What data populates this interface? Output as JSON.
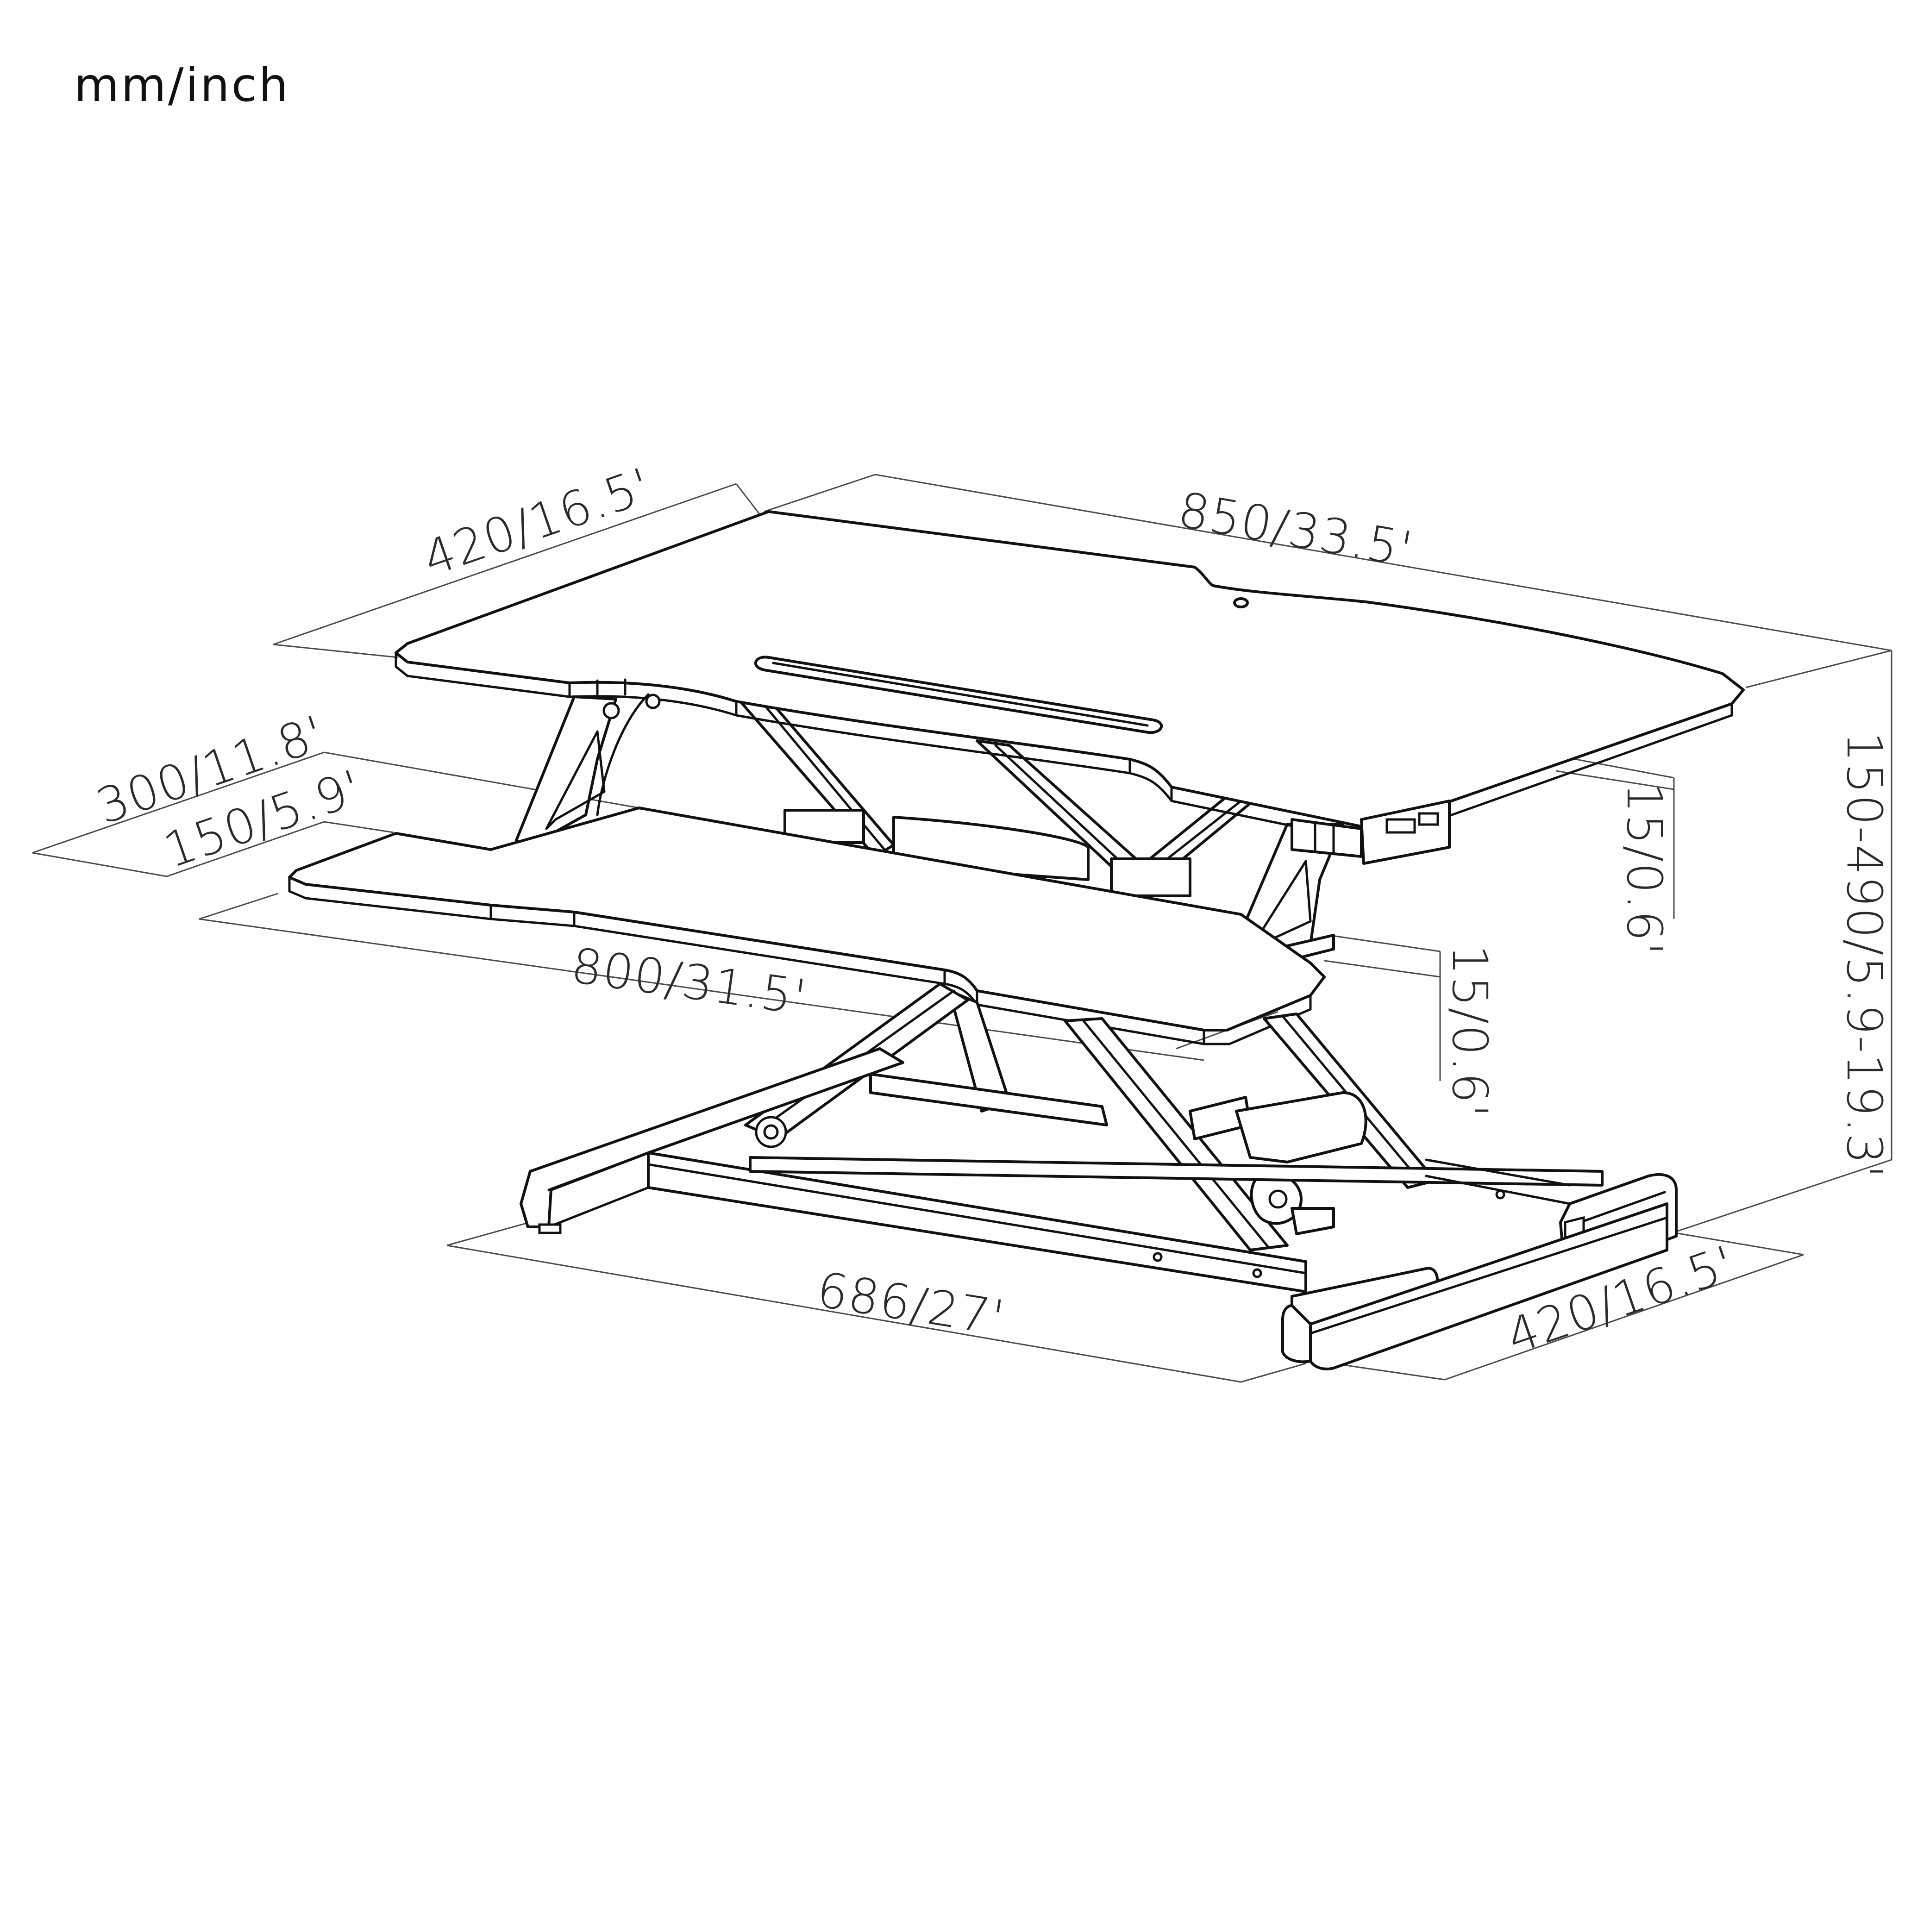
{
  "units_label": "mm/inch",
  "dimensions": {
    "top_depth": "420/16.5'",
    "top_width": "850/33.5'",
    "keyboard_tray_offset": "300/11.8'",
    "keyboard_tray_depth": "150/5.9'",
    "keyboard_tray_width": "800/31.5'",
    "top_thickness": "15/0.6'",
    "tray_thickness": "15/0.6'",
    "height_range": "150-490/5.9-19.3'",
    "base_width": "686/27'",
    "base_depth": "420/16.5'"
  },
  "palette": {
    "line": "#111111",
    "dimension_line": "#4a4a4a",
    "background": "#ffffff"
  }
}
